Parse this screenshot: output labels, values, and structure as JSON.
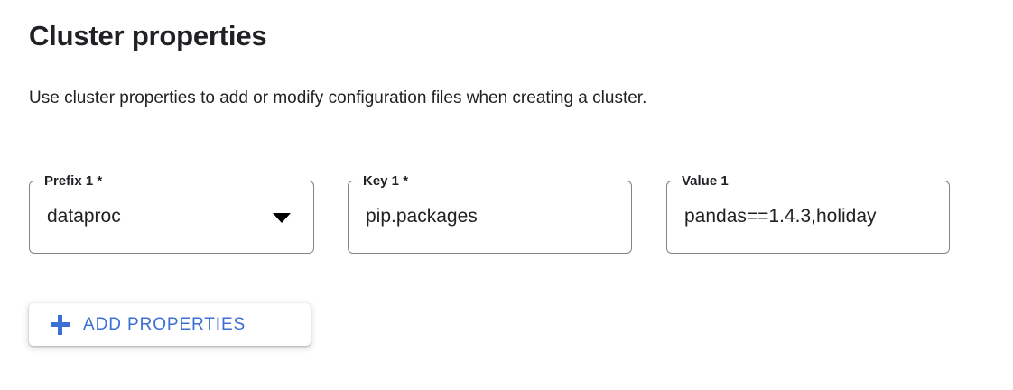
{
  "page": {
    "title": "Cluster properties",
    "subtitle": "Use cluster properties to add or modify configuration files when creating a cluster."
  },
  "form": {
    "fields": [
      {
        "name": "prefix",
        "label": "Prefix 1 *",
        "value": "dataproc",
        "required": true,
        "control": "select",
        "icon": "chevron-down-icon"
      },
      {
        "name": "key",
        "label": "Key 1 *",
        "value": "pip.packages",
        "required": true,
        "control": "text"
      },
      {
        "name": "value",
        "label": "Value 1",
        "value": "pandas==1.4.3,holiday",
        "required": false,
        "control": "text"
      }
    ]
  },
  "actions": {
    "add_properties_label": "ADD PROPERTIES",
    "add_properties_icon": "plus-icon"
  },
  "colors": {
    "accent": "#3b6fd4",
    "text": "#202124",
    "field_border": "#80868b",
    "background": "#ffffff"
  }
}
